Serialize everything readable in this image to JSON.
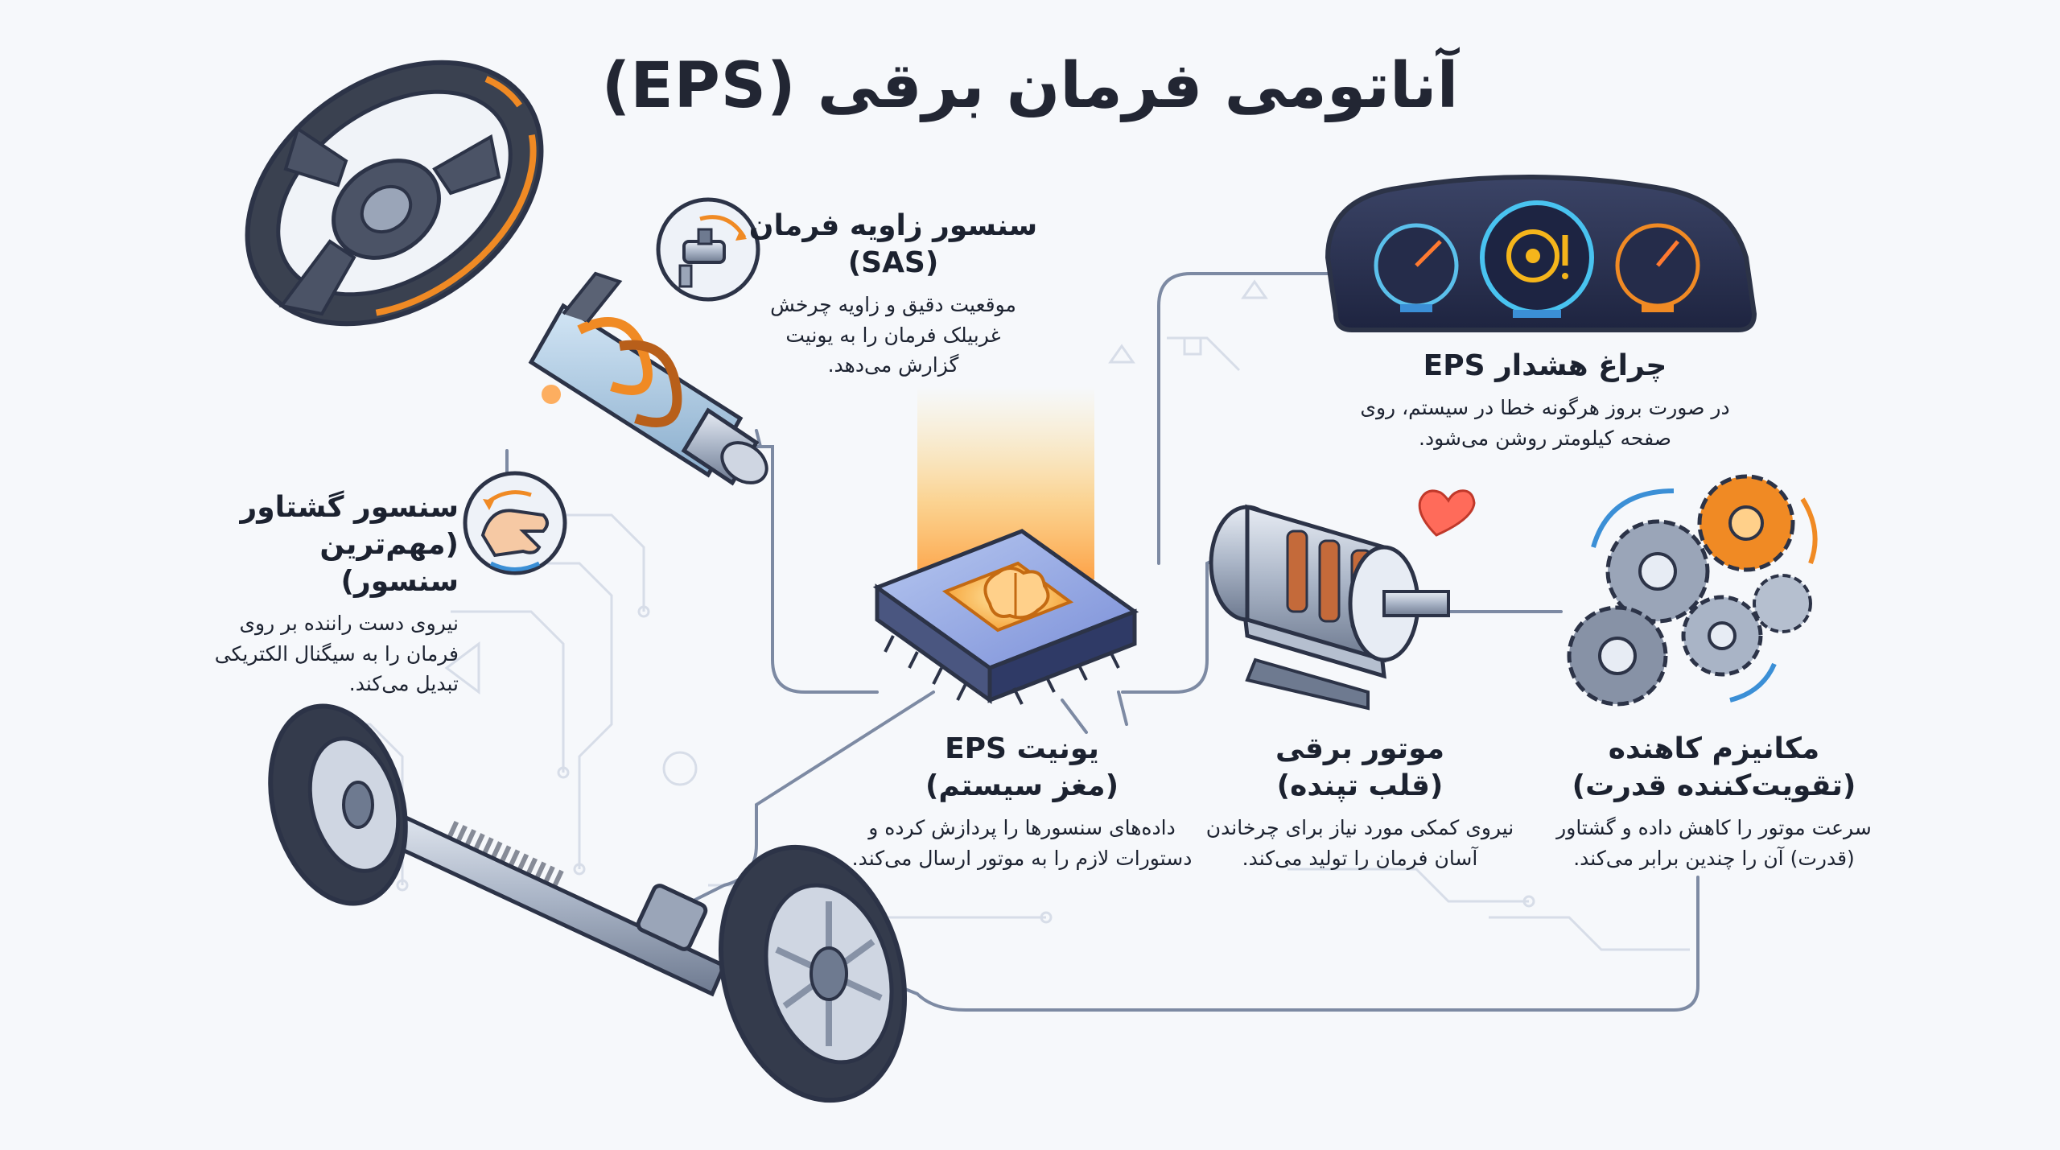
{
  "title": "آناتومی فرمان برقی (EPS)",
  "components": {
    "sas": {
      "name": "سنسور زاویه فرمان",
      "abbr": "(SAS)",
      "desc": [
        "موقعیت دقیق و زاویه چرخش",
        "غربیلک فرمان را به یونیت",
        "گزارش می‌دهد."
      ]
    },
    "warning_light": {
      "name": "چراغ هشدار EPS",
      "desc": [
        "در صورت بروز هرگونه خطا در سیستم، روی",
        "صفحه کیلومتر روشن می‌شود."
      ]
    },
    "torque_sensor": {
      "name": "سنسور گشتاور",
      "sub": "(مهم‌ترین سنسور)",
      "desc": [
        "نیروی دست راننده بر روی",
        "فرمان را به سیگنال الکتریکی",
        "تبدیل می‌کند."
      ]
    },
    "eps_unit": {
      "name": "یونیت EPS",
      "sub": "(مغز سیستم)",
      "desc": [
        "داده‌های سنسورها را پردازش کرده و",
        "دستورات لازم را به موتور ارسال می‌کند."
      ]
    },
    "motor": {
      "name": "موتور برقی",
      "sub": "(قلب تپنده)",
      "desc": [
        "نیروی کمکی مورد نیاز برای چرخاندن",
        "آسان فرمان را تولید می‌کند."
      ]
    },
    "reducer": {
      "name": "مکانیزم کاهنده",
      "sub": "(تقویت‌کننده قدرت)",
      "desc": [
        "سرعت موتور را کاهش داده و گشتاور",
        "(قدرت) آن را چندین برابر می‌کند."
      ]
    }
  },
  "colors": {
    "accent_orange": "#f08a24",
    "accent_blue": "#3b8fd6",
    "outline": "#2c3347",
    "steel": "#9aa5b8",
    "wire": "#7d8aa3",
    "warning_amber": "#f5b51b"
  },
  "icons": [
    "steering-wheel-icon",
    "steering-column-icon",
    "angle-sensor-icon",
    "hand-torque-icon",
    "dashboard-icon",
    "warning-light-icon",
    "chip-icon",
    "brain-icon",
    "motor-icon",
    "heart-icon",
    "gears-icon",
    "wheel-icon",
    "steering-rack-icon"
  ]
}
